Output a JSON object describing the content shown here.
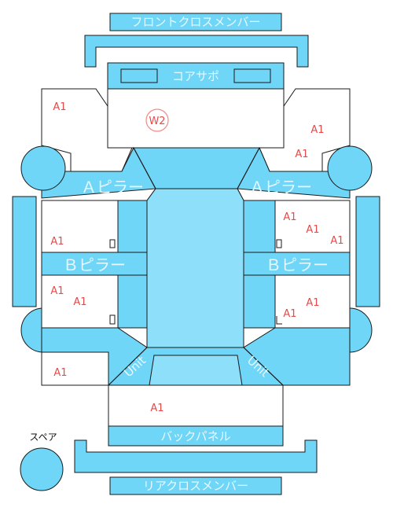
{
  "parts": {
    "front_cross_member": "フロントクロスメンバー",
    "core_support": "コアサポ",
    "a_pillar_left": "Ａピラー",
    "a_pillar_right": "Ａピラー",
    "b_pillar_left": "Ｂピラー",
    "b_pillar_right": "Ｂピラー",
    "back_panel": "バックパネル",
    "rear_cross_member": "リアクロスメンバー",
    "spare": "スペア",
    "unit_left": "Unit",
    "unit_right": "Unit"
  },
  "damage_marks": {
    "left_fender": "A1",
    "core_support": "W2",
    "right_fender_1": "A1",
    "right_fender_2": "A1",
    "left_front_door": "A1",
    "left_rear_door_1": "A1",
    "left_rear_door_2": "A1",
    "left_quarter": "A1",
    "right_front_door_1": "A1",
    "right_front_door_2": "A1",
    "right_front_door_3": "A1",
    "right_rear_door_1": "A1",
    "right_rear_door_2": "A1",
    "trunk": "A1"
  },
  "colors": {
    "part_fill": "#6fd6f7",
    "damage_text": "#e64a4a",
    "outline": "#1a1a1a"
  }
}
